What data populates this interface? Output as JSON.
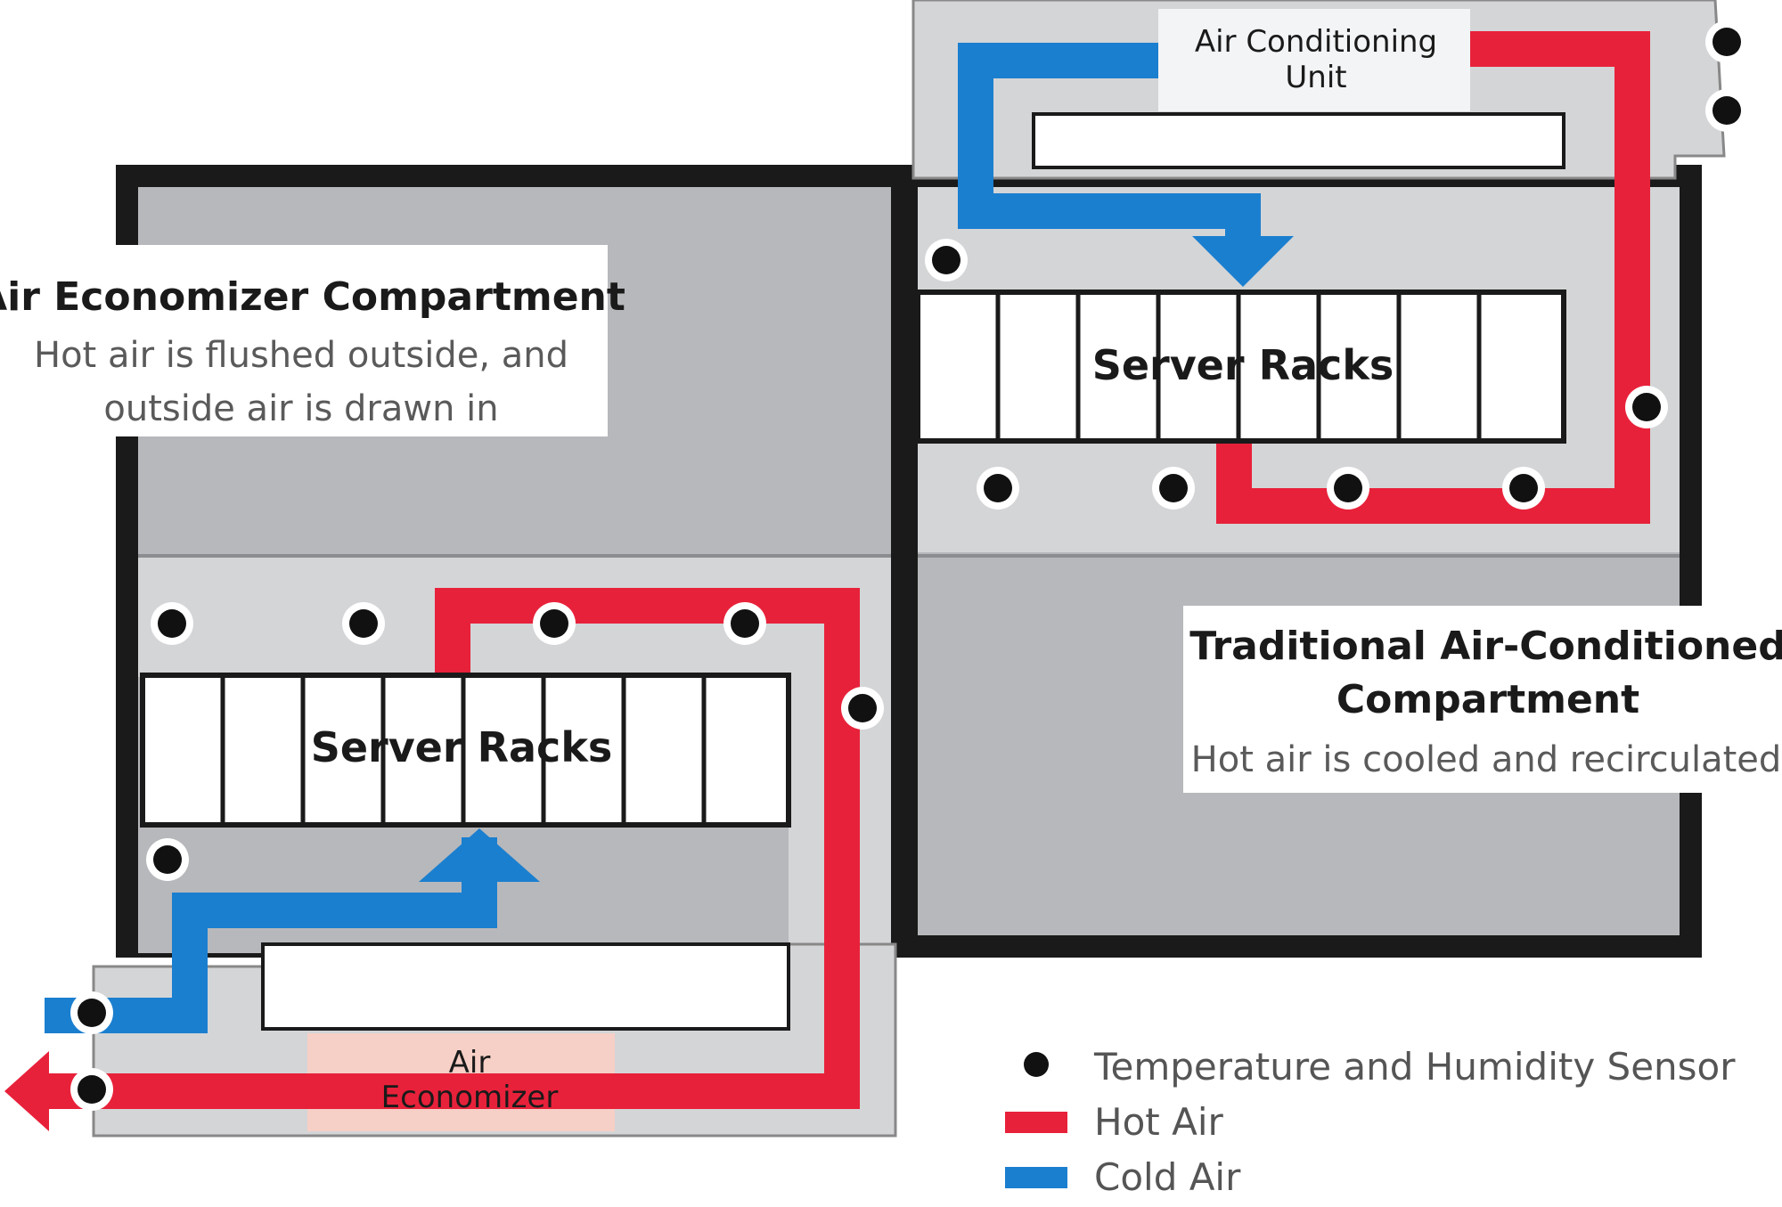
{
  "colors": {
    "hot_air": "#e8213a",
    "cold_air": "#1b7fcf",
    "wall": "#1a1a1a",
    "floor": "#b7b8bb",
    "duct": "#d4d5d7",
    "sensor": "#111111"
  },
  "left_compartment": {
    "title": "Air Economizer Compartment",
    "description_line1": "Hot air is flushed outside, and",
    "description_line2": "outside air is drawn in",
    "racks_label": "Server Racks",
    "unit_line1": "Air",
    "unit_line2": "Economizer"
  },
  "right_compartment": {
    "title_line1": "Traditional Air-Conditioned",
    "title_line2": "Compartment",
    "description": "Hot air is cooled and recirculated",
    "racks_label": "Server Racks",
    "unit_line1": "Air Conditioning",
    "unit_line2": "Unit"
  },
  "legend": {
    "sensor": "Temperature and Humidity Sensor",
    "hot": "Hot Air",
    "cold": "Cold Air"
  }
}
